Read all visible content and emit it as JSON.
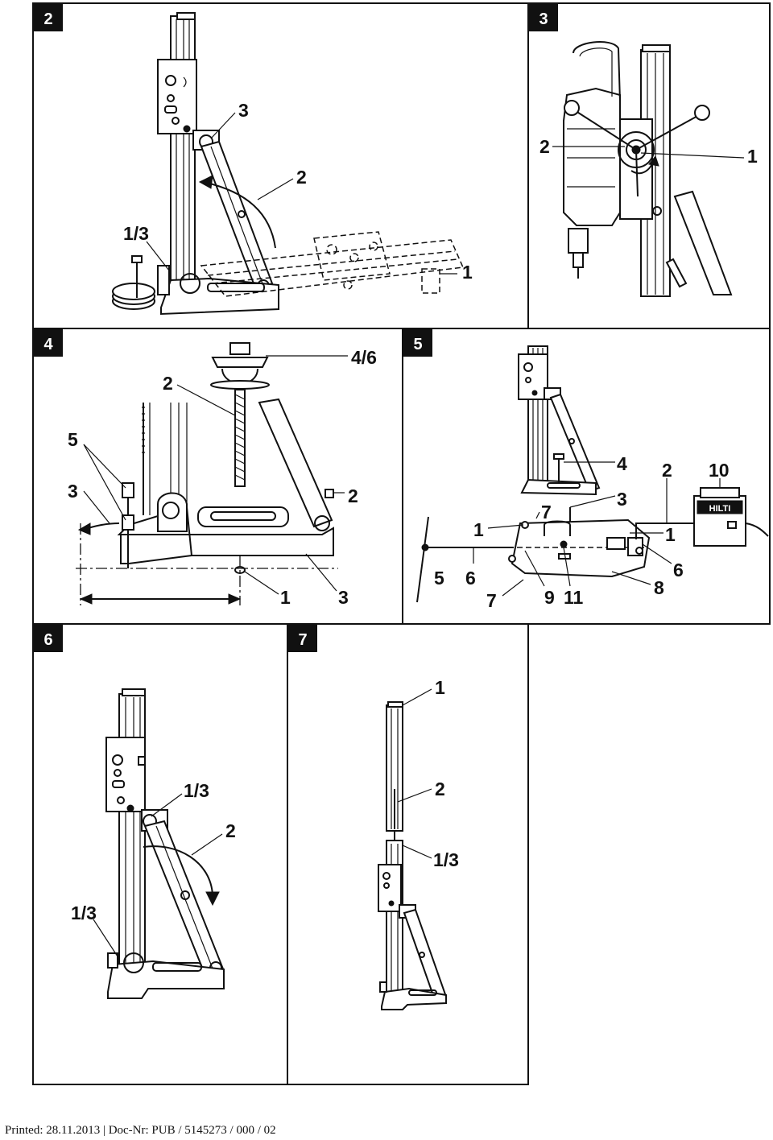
{
  "panels": [
    {
      "id": "2",
      "labels": [
        "3",
        "2",
        "1/3",
        "1"
      ]
    },
    {
      "id": "3",
      "labels": [
        "2",
        "1"
      ]
    },
    {
      "id": "4",
      "labels": [
        "2",
        "4/6",
        "5",
        "3",
        "2",
        "1",
        "3"
      ]
    },
    {
      "id": "5",
      "labels": [
        "4",
        "2",
        "10",
        "3",
        "7",
        "1",
        "1",
        "6",
        "5",
        "6",
        "8",
        "7",
        "9",
        "11"
      ]
    },
    {
      "id": "6",
      "labels": [
        "1/3",
        "2",
        "1/3"
      ]
    },
    {
      "id": "7",
      "labels": [
        "1",
        "2",
        "1/3"
      ]
    }
  ],
  "brand": "HILTI",
  "footer": "Printed: 28.11.2013 | Doc-Nr: PUB / 5145273 / 000 / 02"
}
